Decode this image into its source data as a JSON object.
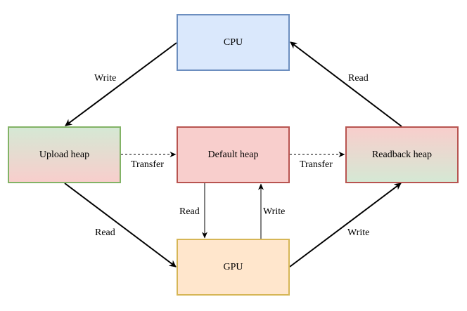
{
  "nodes": {
    "cpu": {
      "label": "CPU",
      "fill": "#dae8fc",
      "stroke": "#6c8ebf"
    },
    "upload": {
      "label": "Upload heap",
      "fill_top": "#d5e8d4",
      "fill_bottom": "#f8cecc",
      "stroke": "#82b366"
    },
    "default": {
      "label": "Default heap",
      "fill": "#f8cecc",
      "stroke": "#b85450"
    },
    "readback": {
      "label": "Readback heap",
      "fill_top": "#f8cecc",
      "fill_bottom": "#d5e8d4",
      "stroke": "#b85450"
    },
    "gpu": {
      "label": "GPU",
      "fill": "#ffe6cc",
      "stroke": "#d6b656"
    }
  },
  "edges": {
    "cpu_to_upload": {
      "label": "Write",
      "from": "CPU",
      "to": "Upload heap",
      "style": "solid"
    },
    "readback_to_cpu": {
      "label": "Read",
      "from": "Readback heap",
      "to": "CPU",
      "style": "solid"
    },
    "upload_to_default": {
      "label": "Transfer",
      "from": "Upload heap",
      "to": "Default heap",
      "style": "dashed"
    },
    "default_to_readback": {
      "label": "Transfer",
      "from": "Default heap",
      "to": "Readback heap",
      "style": "dashed"
    },
    "upload_to_gpu": {
      "label": "Read",
      "from": "Upload heap",
      "to": "GPU",
      "style": "solid"
    },
    "default_to_gpu": {
      "label": "Read",
      "from": "Default heap",
      "to": "GPU",
      "style": "solid"
    },
    "gpu_to_default": {
      "label": "Write",
      "from": "GPU",
      "to": "Default heap",
      "style": "solid"
    },
    "gpu_to_readback": {
      "label": "Write",
      "from": "GPU",
      "to": "Readback heap",
      "style": "solid"
    }
  }
}
